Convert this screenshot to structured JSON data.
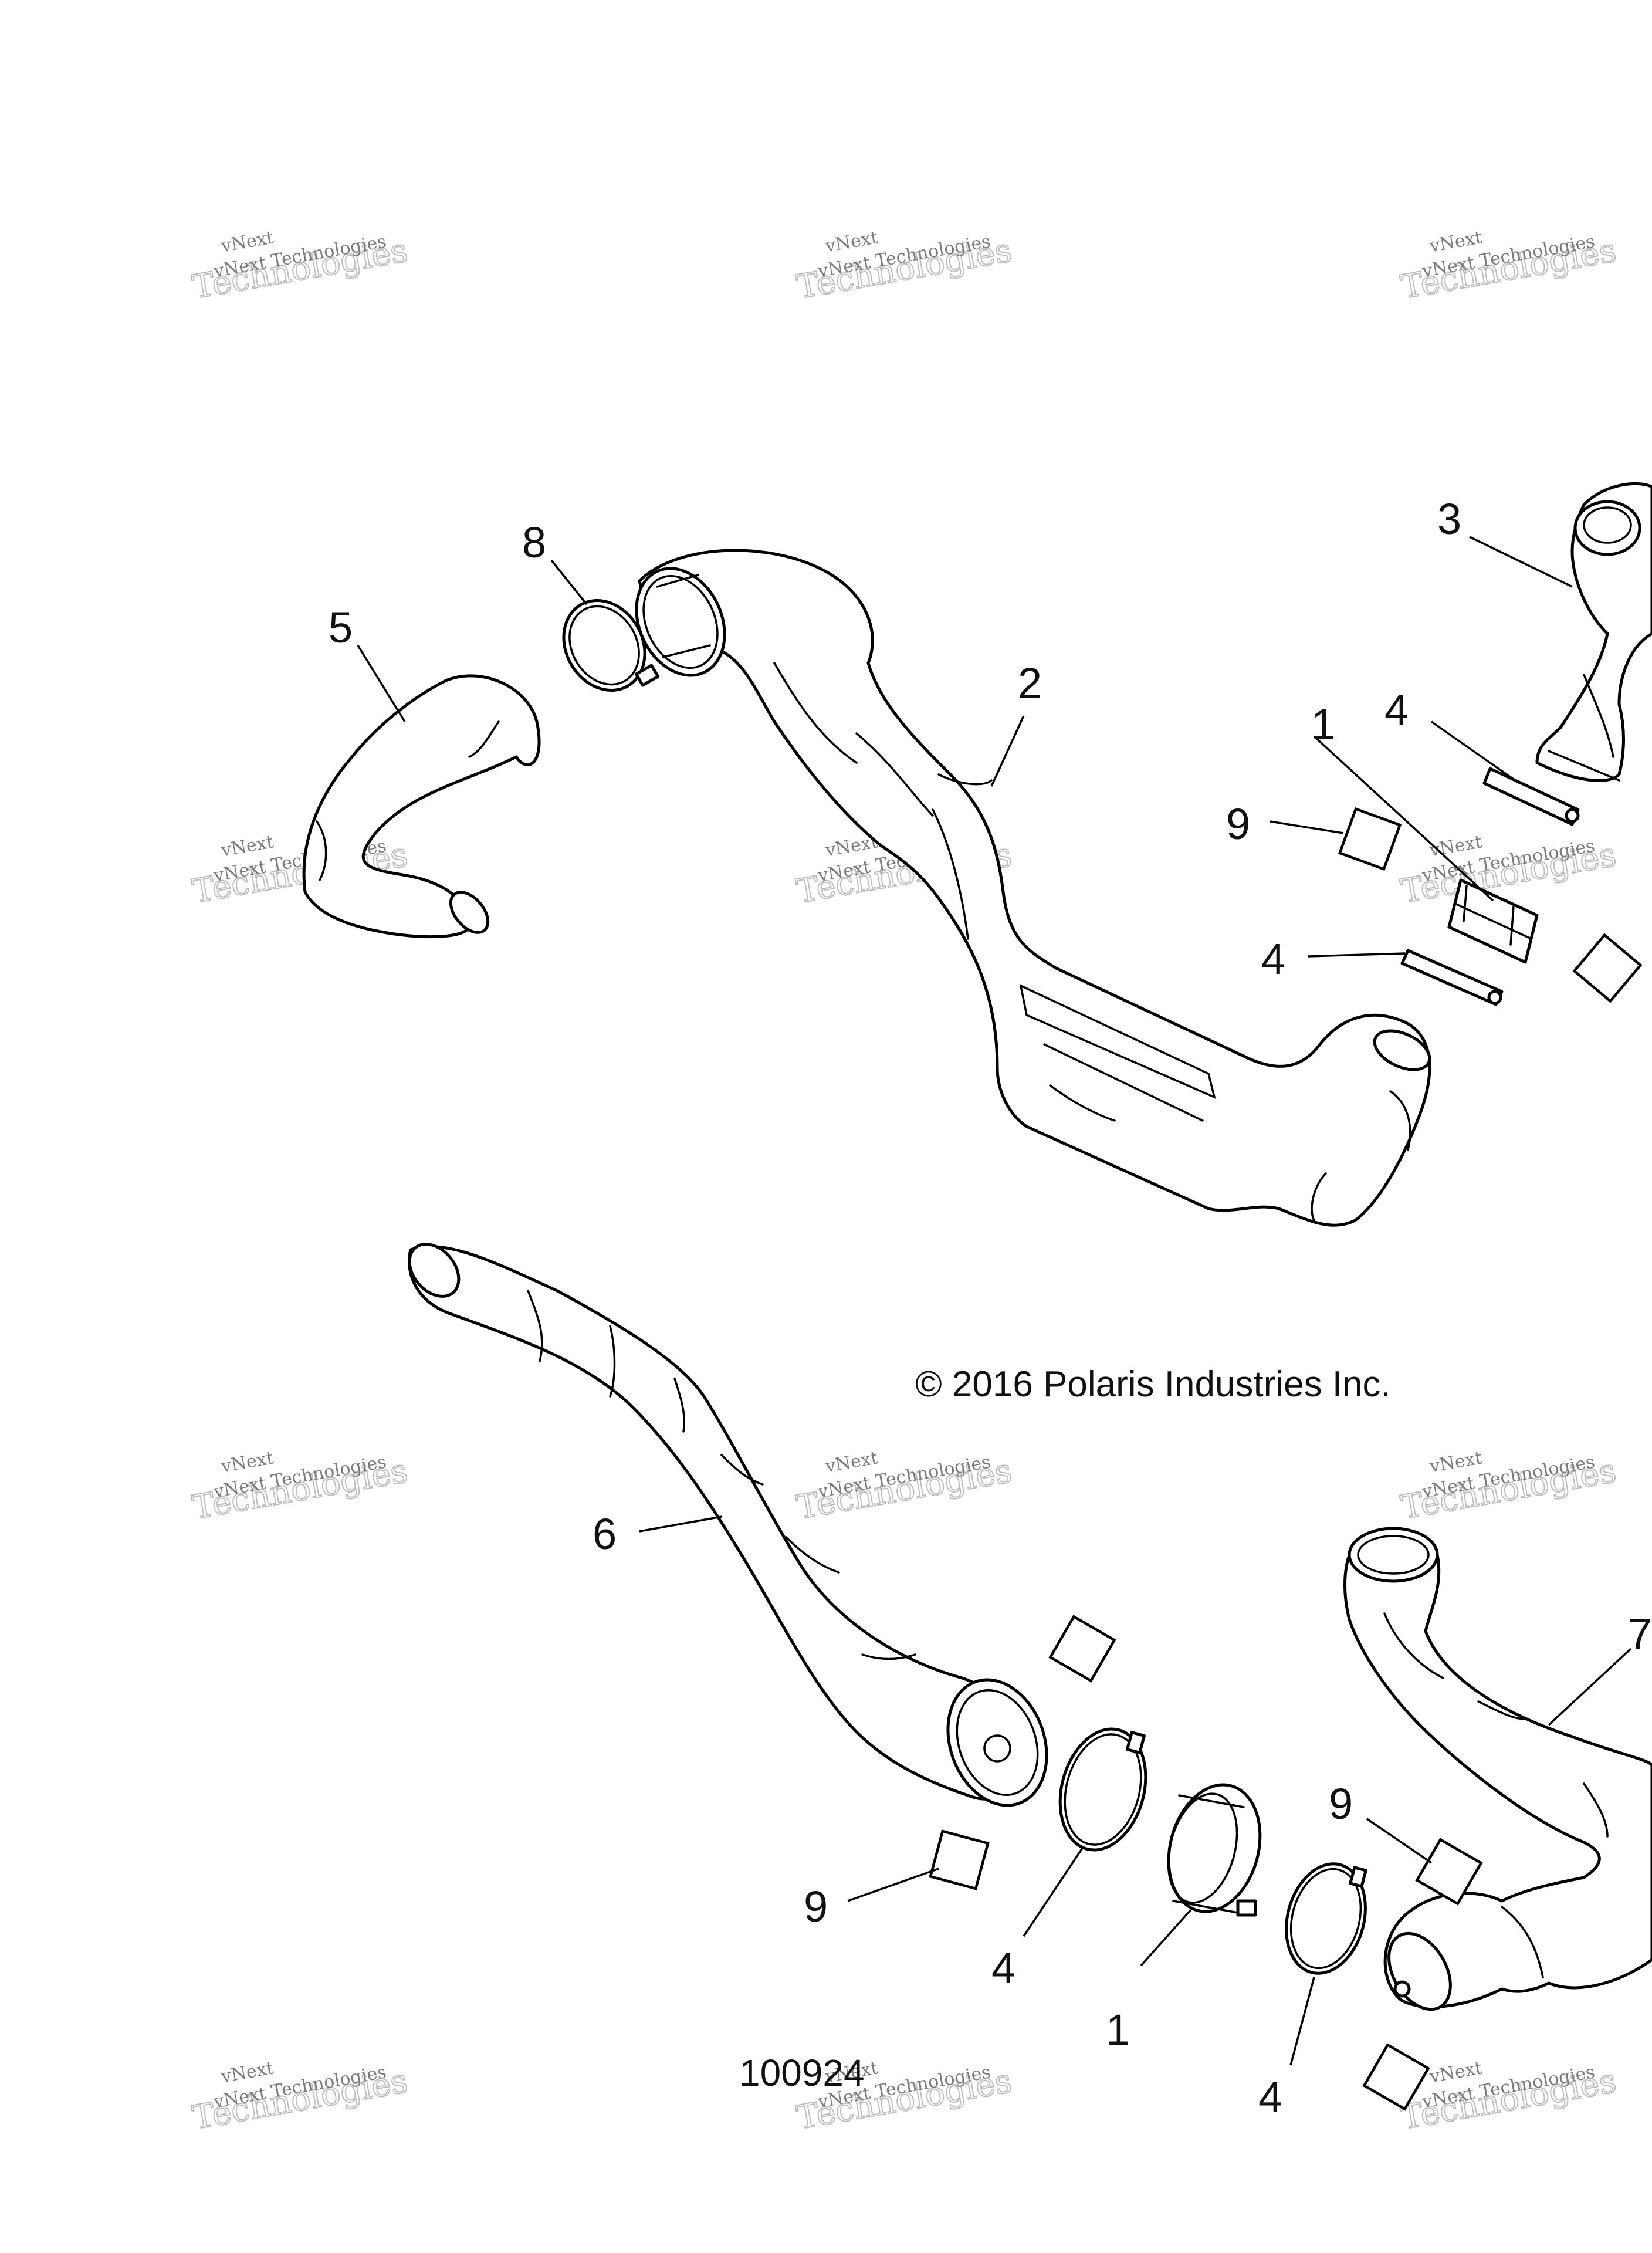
{
  "callouts": {
    "c1": "1",
    "c2": "2",
    "c3": "3",
    "c4": "4",
    "c5": "5",
    "c6": "6",
    "c7": "7",
    "c8": "8",
    "c9": "9"
  },
  "copyright": "© 2016 Polaris Industries Inc.",
  "figure_id": "100924",
  "watermark": {
    "line1": "vNext Technologies",
    "line2": "Technologies",
    "small": "vNext"
  }
}
